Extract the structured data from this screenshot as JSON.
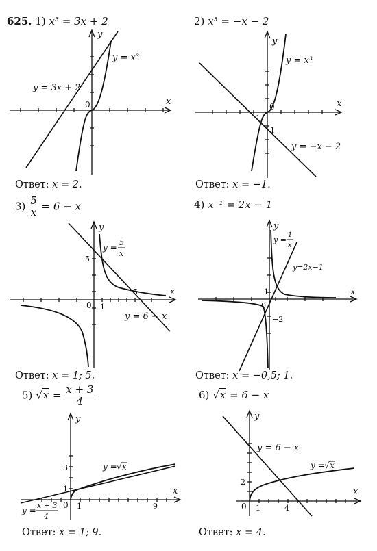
{
  "problem_number": "625.",
  "parts": [
    {
      "index": "1)",
      "equation": "x³ = 3x + 2",
      "answer_label": "Ответ:",
      "answer": "x = 2.",
      "labels": {
        "f": "y = x³",
        "g": "y = 3x + 2",
        "origin": "0",
        "x_axis": "x",
        "y_axis": "y"
      }
    },
    {
      "index": "2)",
      "equation": "x³ = −x − 2",
      "answer_label": "Ответ:",
      "answer": "x = −1.",
      "labels": {
        "f": "y = x³",
        "g": "y = −x − 2",
        "origin": "0",
        "x_axis": "x",
        "y_axis": "y",
        "tick_x": "1",
        "tick_y": "1"
      }
    },
    {
      "index": "3)",
      "equation_num": "5",
      "equation_den": "x",
      "equation_rest": "= 6 − x",
      "answer_label": "Ответ:",
      "answer": "x = 1; 5.",
      "labels": {
        "f_pre": "y =",
        "f_num": "5",
        "f_den": "x",
        "g": "y = 6 − x",
        "origin": "0",
        "x_axis": "x",
        "y_axis": "y",
        "tick_1": "1",
        "tick_5x": "5",
        "tick_5y": "5"
      }
    },
    {
      "index": "4)",
      "equation": "x⁻¹ = 2x − 1",
      "answer_label": "Ответ:",
      "answer": "x = −0,5; 1.",
      "labels": {
        "f_pre": "y =",
        "f_num": "1",
        "f_den": "x",
        "g": "y=2x−1",
        "origin": "0",
        "x_axis": "x",
        "y_axis": "y",
        "tick_1": "1",
        "tick_m2": "−2"
      }
    },
    {
      "index": "5)",
      "equation_left": "x",
      "equation_num": "x + 3",
      "equation_den": "4",
      "answer_label": "Ответ:",
      "answer": "x = 1; 9.",
      "labels": {
        "f_pre": "y =",
        "f_rad": "x",
        "g_pre": "y =",
        "g_num": "x + 3",
        "g_den": "4",
        "origin": "0",
        "x_axis": "x",
        "y_axis": "y",
        "tick_1x": "1",
        "tick_1y": "1",
        "tick_3": "3",
        "tick_9": "9"
      }
    },
    {
      "index": "6)",
      "equation_left": "x",
      "equation_rest": "= 6 − x",
      "answer_label": "Ответ:",
      "answer": "x = 4.",
      "labels": {
        "f_pre": "y =",
        "f_rad": "x",
        "g": "y = 6 − x",
        "origin": "0",
        "x_axis": "x",
        "y_axis": "y",
        "tick_1": "1",
        "tick_2": "2",
        "tick_4": "4"
      }
    }
  ]
}
